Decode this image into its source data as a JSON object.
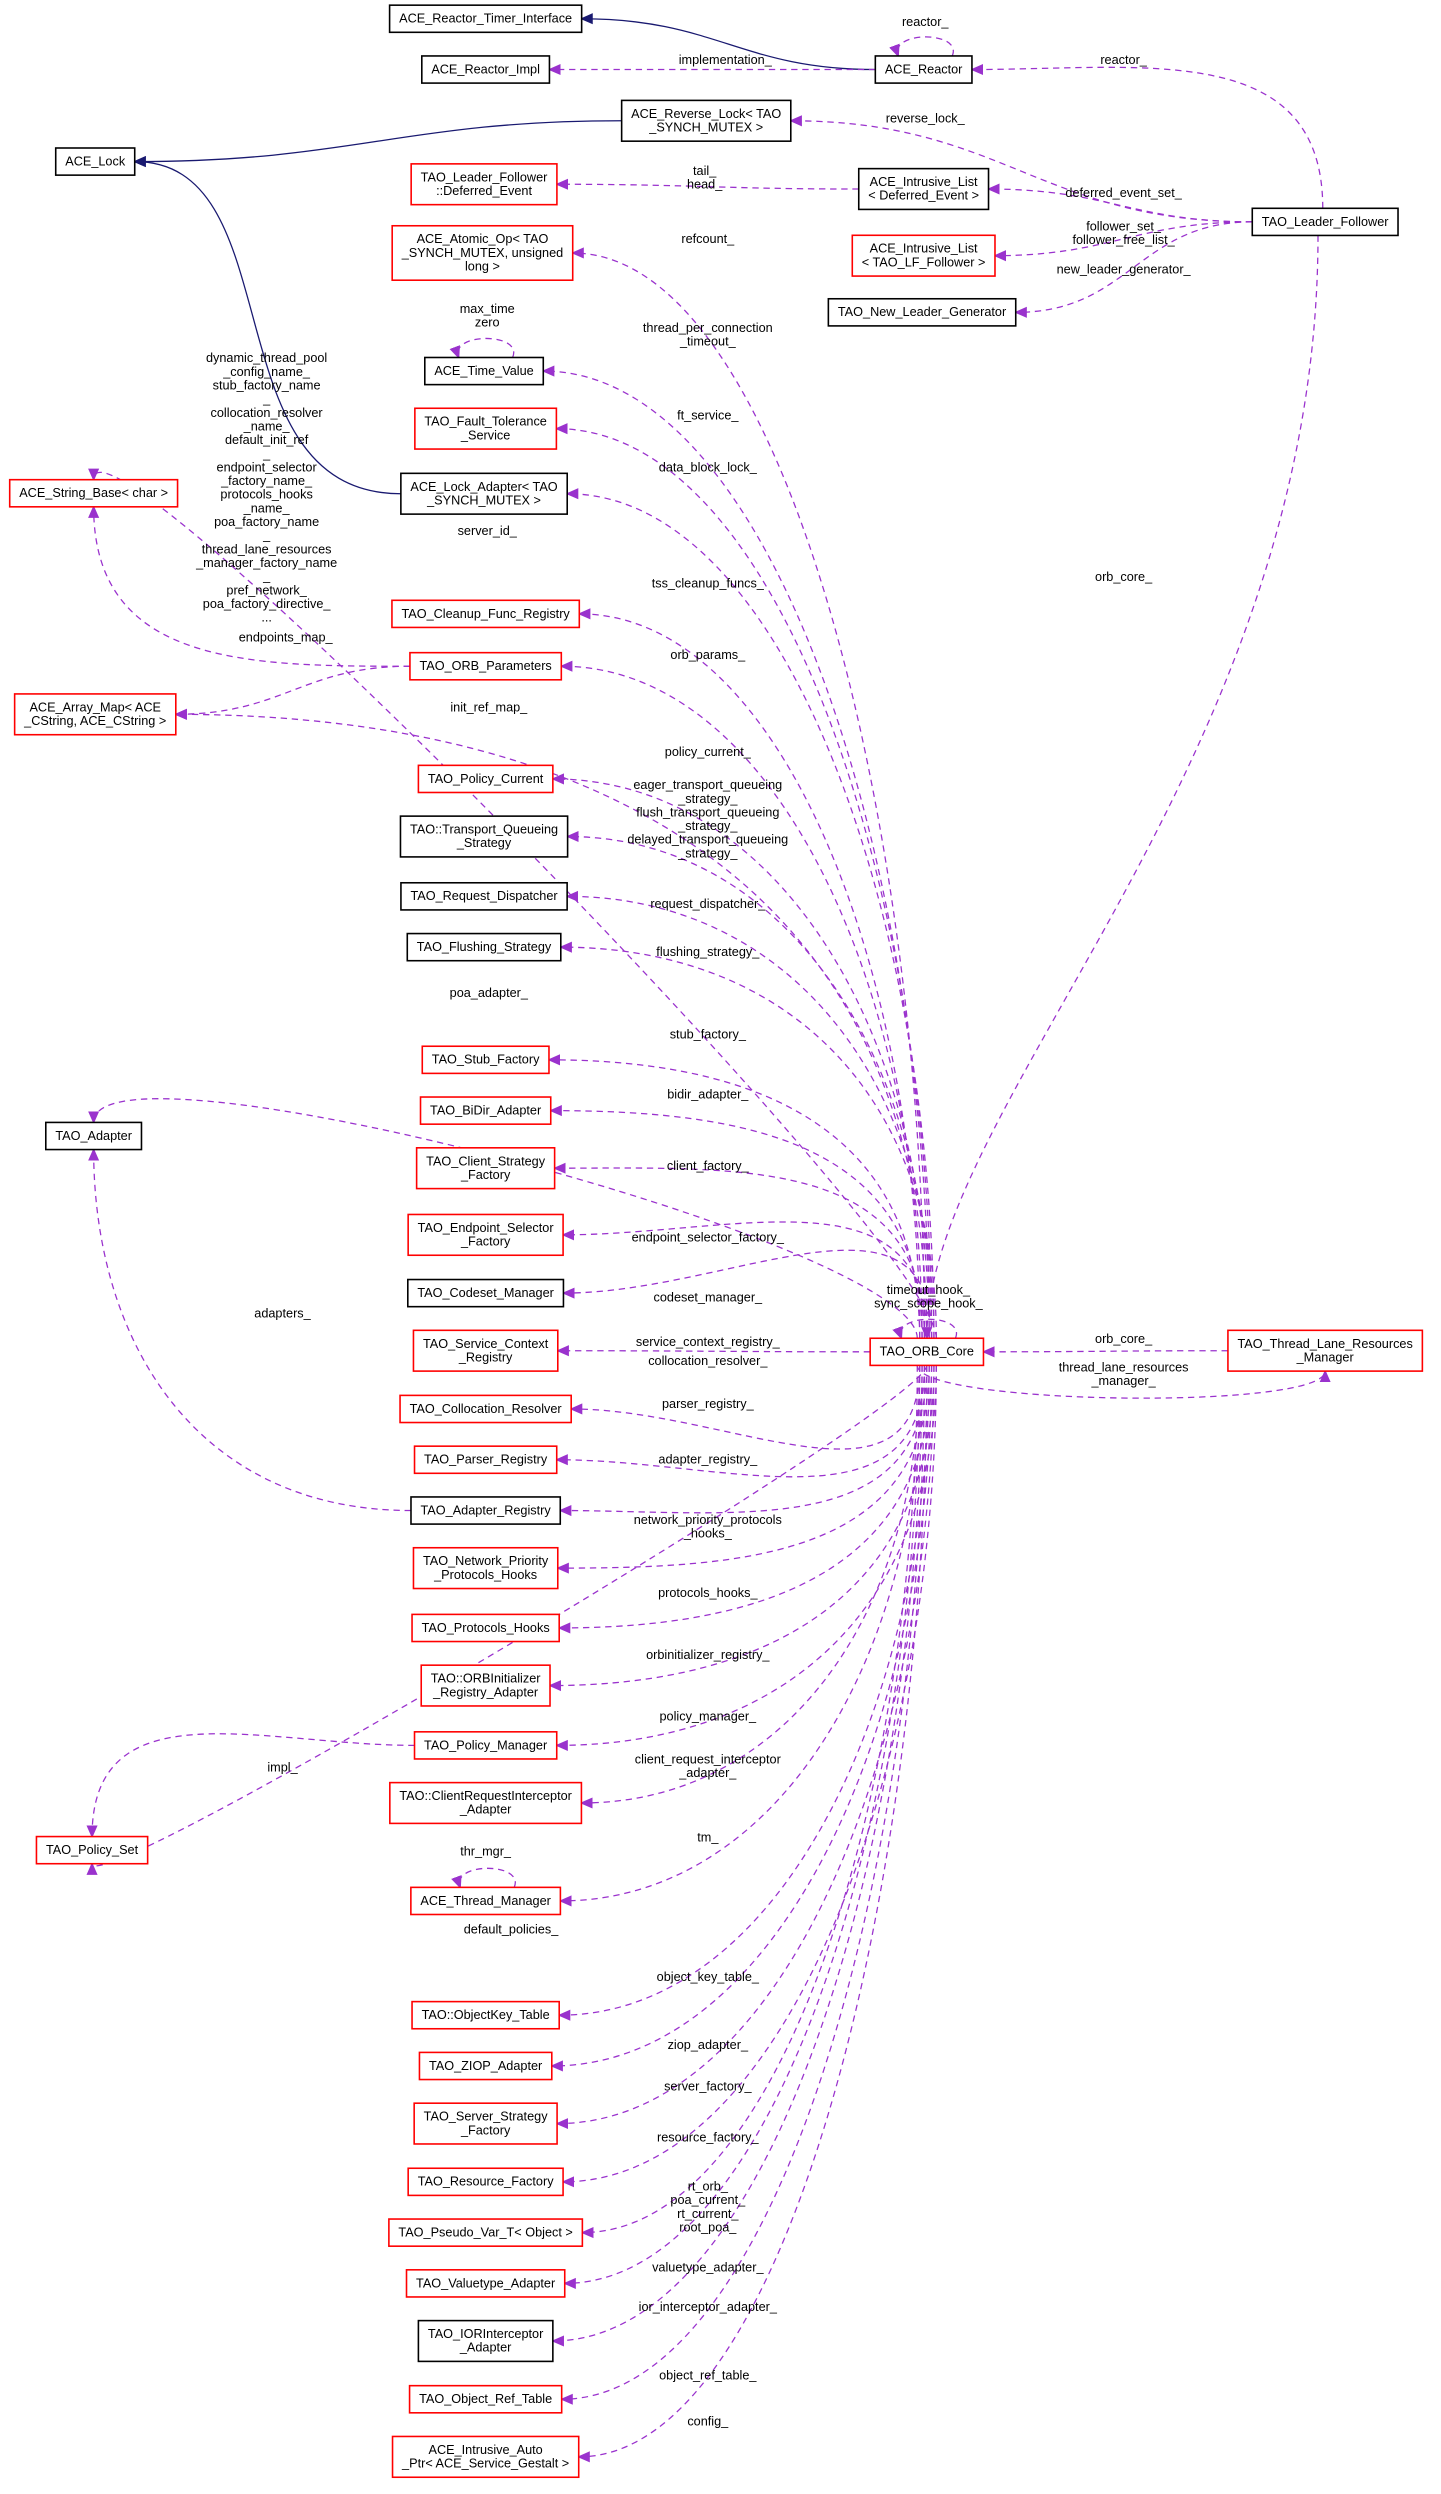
{
  "colors": {
    "member_edge": "#9a32cd",
    "inherit_edge": "#191970",
    "undocumented_border": "#ff0000",
    "documented_border": "#000000",
    "root_fill": "#bfbfbf"
  },
  "nodes": [
    {
      "id": "timerIf",
      "lines": [
        "ACE_Reactor_Timer_Interface"
      ],
      "style": "black"
    },
    {
      "id": "reactorImpl",
      "lines": [
        "ACE_Reactor_Impl"
      ],
      "style": "black"
    },
    {
      "id": "reactor",
      "lines": [
        "ACE_Reactor"
      ],
      "style": "black"
    },
    {
      "id": "aceLock",
      "lines": [
        "ACE_Lock"
      ],
      "style": "black"
    },
    {
      "id": "reverseLock",
      "lines": [
        "ACE_Reverse_Lock< TAO",
        "_SYNCH_MUTEX >"
      ],
      "style": "black"
    },
    {
      "id": "deferredEvent",
      "lines": [
        "TAO_Leader_Follower",
        "::Deferred_Event"
      ],
      "style": "red"
    },
    {
      "id": "intrusiveDeferred",
      "lines": [
        "ACE_Intrusive_List",
        "< Deferred_Event >"
      ],
      "style": "black"
    },
    {
      "id": "leaderFollower",
      "lines": [
        "TAO_Leader_Follower"
      ],
      "style": "root"
    },
    {
      "id": "atomicOp",
      "lines": [
        "ACE_Atomic_Op< TAO",
        "_SYNCH_MUTEX, unsigned",
        "long >"
      ],
      "style": "red"
    },
    {
      "id": "intrusiveFollower",
      "lines": [
        "ACE_Intrusive_List",
        "< TAO_LF_Follower >"
      ],
      "style": "red"
    },
    {
      "id": "newLeaderGen",
      "lines": [
        "TAO_New_Leader_Generator"
      ],
      "style": "black"
    },
    {
      "id": "timeValue",
      "lines": [
        "ACE_Time_Value"
      ],
      "style": "black"
    },
    {
      "id": "faultTol",
      "lines": [
        "TAO_Fault_Tolerance",
        "_Service"
      ],
      "style": "red"
    },
    {
      "id": "lockAdapter",
      "lines": [
        "ACE_Lock_Adapter< TAO",
        "_SYNCH_MUTEX >"
      ],
      "style": "black"
    },
    {
      "id": "stringBase",
      "lines": [
        "ACE_String_Base< char >"
      ],
      "style": "red"
    },
    {
      "id": "cleanup",
      "lines": [
        "TAO_Cleanup_Func_Registry"
      ],
      "style": "red"
    },
    {
      "id": "orbParams",
      "lines": [
        "TAO_ORB_Parameters"
      ],
      "style": "red"
    },
    {
      "id": "arrayMap",
      "lines": [
        "ACE_Array_Map< ACE",
        "_CString, ACE_CString >"
      ],
      "style": "red"
    },
    {
      "id": "policyCurrent",
      "lines": [
        "TAO_Policy_Current"
      ],
      "style": "red"
    },
    {
      "id": "transportQ",
      "lines": [
        "TAO::Transport_Queueing",
        "_Strategy"
      ],
      "style": "black"
    },
    {
      "id": "requestDisp",
      "lines": [
        "TAO_Request_Dispatcher"
      ],
      "style": "black"
    },
    {
      "id": "flushing",
      "lines": [
        "TAO_Flushing_Strategy"
      ],
      "style": "black"
    },
    {
      "id": "stubFactory",
      "lines": [
        "TAO_Stub_Factory"
      ],
      "style": "red"
    },
    {
      "id": "taoAdapter",
      "lines": [
        "TAO_Adapter"
      ],
      "style": "black"
    },
    {
      "id": "bidir",
      "lines": [
        "TAO_BiDir_Adapter"
      ],
      "style": "red"
    },
    {
      "id": "clientStrat",
      "lines": [
        "TAO_Client_Strategy",
        "_Factory"
      ],
      "style": "red"
    },
    {
      "id": "endpointSel",
      "lines": [
        "TAO_Endpoint_Selector",
        "_Factory"
      ],
      "style": "red"
    },
    {
      "id": "codeset",
      "lines": [
        "TAO_Codeset_Manager"
      ],
      "style": "black"
    },
    {
      "id": "serviceCtx",
      "lines": [
        "TAO_Service_Context",
        "_Registry"
      ],
      "style": "red"
    },
    {
      "id": "orbCore",
      "lines": [
        "TAO_ORB_Core"
      ],
      "style": "red"
    },
    {
      "id": "tlrm",
      "lines": [
        "TAO_Thread_Lane_Resources",
        "_Manager"
      ],
      "style": "red"
    },
    {
      "id": "collocation",
      "lines": [
        "TAO_Collocation_Resolver"
      ],
      "style": "red"
    },
    {
      "id": "parser",
      "lines": [
        "TAO_Parser_Registry"
      ],
      "style": "red"
    },
    {
      "id": "adapterReg",
      "lines": [
        "TAO_Adapter_Registry"
      ],
      "style": "black"
    },
    {
      "id": "networkPrio",
      "lines": [
        "TAO_Network_Priority",
        "_Protocols_Hooks"
      ],
      "style": "red"
    },
    {
      "id": "protocolsHooks",
      "lines": [
        "TAO_Protocols_Hooks"
      ],
      "style": "red"
    },
    {
      "id": "orbInit",
      "lines": [
        "TAO::ORBInitializer",
        "_Registry_Adapter"
      ],
      "style": "red"
    },
    {
      "id": "policyMgr",
      "lines": [
        "TAO_Policy_Manager"
      ],
      "style": "red"
    },
    {
      "id": "clientReqInt",
      "lines": [
        "TAO::ClientRequestInterceptor",
        "_Adapter"
      ],
      "style": "red"
    },
    {
      "id": "policySet",
      "lines": [
        "TAO_Policy_Set"
      ],
      "style": "red"
    },
    {
      "id": "threadMgr",
      "lines": [
        "ACE_Thread_Manager"
      ],
      "style": "red"
    },
    {
      "id": "objectKey",
      "lines": [
        "TAO::ObjectKey_Table"
      ],
      "style": "red"
    },
    {
      "id": "ziop",
      "lines": [
        "TAO_ZIOP_Adapter"
      ],
      "style": "red"
    },
    {
      "id": "serverStrat",
      "lines": [
        "TAO_Server_Strategy",
        "_Factory"
      ],
      "style": "red"
    },
    {
      "id": "resourceFactory",
      "lines": [
        "TAO_Resource_Factory"
      ],
      "style": "red"
    },
    {
      "id": "pseudoVar",
      "lines": [
        "TAO_Pseudo_Var_T< Object >"
      ],
      "style": "red"
    },
    {
      "id": "valuetype",
      "lines": [
        "TAO_Valuetype_Adapter"
      ],
      "style": "red"
    },
    {
      "id": "iorInt",
      "lines": [
        "TAO_IORInterceptor",
        "_Adapter"
      ],
      "style": "black"
    },
    {
      "id": "objectRefTable",
      "lines": [
        "TAO_Object_Ref_Table"
      ],
      "style": "red"
    },
    {
      "id": "intrusiveAuto",
      "lines": [
        "ACE_Intrusive_Auto",
        "_Ptr< ACE_Service_Gestalt >"
      ],
      "style": "red"
    }
  ],
  "edges": [
    {
      "from": "reactor",
      "to": "timerIf",
      "kind": "inherit",
      "label": []
    },
    {
      "from": "reactor",
      "to": "reactorImpl",
      "kind": "member",
      "label": [
        "implementation_"
      ]
    },
    {
      "from": "reactor",
      "to": "reactor",
      "kind": "member",
      "label": [
        "reactor_"
      ]
    },
    {
      "from": "leaderFollower",
      "to": "reactor",
      "kind": "member",
      "label": [
        "reactor_"
      ]
    },
    {
      "from": "reverseLock",
      "to": "aceLock",
      "kind": "inherit",
      "label": []
    },
    {
      "from": "leaderFollower",
      "to": "reverseLock",
      "kind": "member",
      "label": [
        "reverse_lock_"
      ]
    },
    {
      "from": "intrusiveDeferred",
      "to": "deferredEvent",
      "kind": "member",
      "label": [
        "tail_",
        "head_"
      ]
    },
    {
      "from": "leaderFollower",
      "to": "intrusiveDeferred",
      "kind": "member",
      "label": [
        "deferred_event_set_"
      ]
    },
    {
      "from": "leaderFollower",
      "to": "intrusiveFollower",
      "kind": "member",
      "label": [
        "follower_set_",
        "follower_free_list_"
      ]
    },
    {
      "from": "leaderFollower",
      "to": "newLeaderGen",
      "kind": "member",
      "label": [
        "new_leader_generator_"
      ]
    },
    {
      "from": "leaderFollower",
      "to": "orbCore",
      "kind": "member",
      "label": [
        "orb_core_"
      ]
    },
    {
      "from": "lockAdapter",
      "to": "aceLock",
      "kind": "inherit",
      "label": []
    },
    {
      "from": "orbCore",
      "to": "atomicOp",
      "kind": "member",
      "label": [
        "refcount_"
      ]
    },
    {
      "from": "timeValue",
      "to": "timeValue",
      "kind": "member",
      "label": [
        "max_time",
        "zero"
      ]
    },
    {
      "from": "orbCore",
      "to": "timeValue",
      "kind": "member",
      "label": [
        "thread_per_connection",
        "_timeout_"
      ]
    },
    {
      "from": "orbCore",
      "to": "faultTol",
      "kind": "member",
      "label": [
        "ft_service_"
      ]
    },
    {
      "from": "orbCore",
      "to": "lockAdapter",
      "kind": "member",
      "label": [
        "data_block_lock_"
      ]
    },
    {
      "from": "orbCore",
      "to": "stringBase",
      "kind": "member",
      "label": [
        "server_id_"
      ]
    },
    {
      "from": "orbParams",
      "to": "stringBase",
      "kind": "member",
      "label": [
        "dynamic_thread_pool",
        "_config_name_",
        "stub_factory_name",
        "_",
        "collocation_resolver",
        "_name_",
        "default_init_ref",
        "_",
        "endpoint_selector",
        "_factory_name_",
        "protocols_hooks",
        "_name_",
        "poa_factory_name",
        "_",
        "thread_lane_resources",
        "_manager_factory_name",
        "_",
        "pref_network_",
        "poa_factory_directive_",
        "..."
      ]
    },
    {
      "from": "orbCore",
      "to": "cleanup",
      "kind": "member",
      "label": [
        "tss_cleanup_funcs_"
      ]
    },
    {
      "from": "orbCore",
      "to": "orbParams",
      "kind": "member",
      "label": [
        "orb_params_"
      ]
    },
    {
      "from": "orbParams",
      "to": "arrayMap",
      "kind": "member",
      "label": [
        "endpoints_map_"
      ]
    },
    {
      "from": "orbCore",
      "to": "arrayMap",
      "kind": "member",
      "label": [
        "init_ref_map_"
      ]
    },
    {
      "from": "orbCore",
      "to": "policyCurrent",
      "kind": "member",
      "label": [
        "policy_current_"
      ]
    },
    {
      "from": "orbCore",
      "to": "transportQ",
      "kind": "member",
      "label": [
        "eager_transport_queueing",
        "_strategy_",
        "flush_transport_queueing",
        "_strategy_",
        "delayed_transport_queueing",
        "_strategy_"
      ]
    },
    {
      "from": "orbCore",
      "to": "requestDisp",
      "kind": "member",
      "label": [
        "request_dispatcher_"
      ]
    },
    {
      "from": "orbCore",
      "to": "flushing",
      "kind": "member",
      "label": [
        "flushing_strategy_"
      ]
    },
    {
      "from": "orbCore",
      "to": "taoAdapter",
      "kind": "member",
      "label": [
        "poa_adapter_"
      ]
    },
    {
      "from": "orbCore",
      "to": "stubFactory",
      "kind": "member",
      "label": [
        "stub_factory_"
      ]
    },
    {
      "from": "orbCore",
      "to": "bidir",
      "kind": "member",
      "label": [
        "bidir_adapter_"
      ]
    },
    {
      "from": "orbCore",
      "to": "clientStrat",
      "kind": "member",
      "label": [
        "client_factory_"
      ]
    },
    {
      "from": "orbCore",
      "to": "endpointSel",
      "kind": "member",
      "label": [
        "endpoint_selector_factory_"
      ]
    },
    {
      "from": "orbCore",
      "to": "orbCore",
      "kind": "member",
      "label": [
        "timeout_hook_",
        "sync_scope_hook_"
      ]
    },
    {
      "from": "orbCore",
      "to": "codeset",
      "kind": "member",
      "label": [
        "codeset_manager_"
      ]
    },
    {
      "from": "orbCore",
      "to": "serviceCtx",
      "kind": "member",
      "label": [
        "service_context_registry_"
      ]
    },
    {
      "from": "tlrm",
      "to": "orbCore",
      "kind": "member",
      "label": [
        "orb_core_"
      ]
    },
    {
      "from": "orbCore",
      "to": "tlrm",
      "kind": "member",
      "label": [
        "thread_lane_resources",
        "_manager_"
      ]
    },
    {
      "from": "orbCore",
      "to": "collocation",
      "kind": "member",
      "label": [
        "collocation_resolver_"
      ]
    },
    {
      "from": "adapterReg",
      "to": "taoAdapter",
      "kind": "member",
      "label": [
        "adapters_"
      ]
    },
    {
      "from": "orbCore",
      "to": "parser",
      "kind": "member",
      "label": [
        "parser_registry_"
      ]
    },
    {
      "from": "orbCore",
      "to": "adapterReg",
      "kind": "member",
      "label": [
        "adapter_registry_"
      ]
    },
    {
      "from": "orbCore",
      "to": "networkPrio",
      "kind": "member",
      "label": [
        "network_priority_protocols",
        "_hooks_"
      ]
    },
    {
      "from": "orbCore",
      "to": "protocolsHooks",
      "kind": "member",
      "label": [
        "protocols_hooks_"
      ]
    },
    {
      "from": "orbCore",
      "to": "orbInit",
      "kind": "member",
      "label": [
        "orbinitializer_registry_"
      ]
    },
    {
      "from": "orbCore",
      "to": "policyMgr",
      "kind": "member",
      "label": [
        "policy_manager_"
      ]
    },
    {
      "from": "policyMgr",
      "to": "policySet",
      "kind": "member",
      "label": [
        "impl_"
      ]
    },
    {
      "from": "orbCore",
      "to": "clientReqInt",
      "kind": "member",
      "label": [
        "client_request_interceptor",
        "_adapter_"
      ]
    },
    {
      "from": "orbCore",
      "to": "threadMgr",
      "kind": "member",
      "label": [
        "tm_"
      ]
    },
    {
      "from": "threadMgr",
      "to": "threadMgr",
      "kind": "member",
      "label": [
        "thr_mgr_"
      ]
    },
    {
      "from": "orbCore",
      "to": "policySet",
      "kind": "member",
      "label": [
        "default_policies_"
      ]
    },
    {
      "from": "orbCore",
      "to": "objectKey",
      "kind": "member",
      "label": [
        "object_key_table_"
      ]
    },
    {
      "from": "orbCore",
      "to": "ziop",
      "kind": "member",
      "label": [
        "ziop_adapter_"
      ]
    },
    {
      "from": "orbCore",
      "to": "serverStrat",
      "kind": "member",
      "label": [
        "server_factory_"
      ]
    },
    {
      "from": "orbCore",
      "to": "resourceFactory",
      "kind": "member",
      "label": [
        "resource_factory_"
      ]
    },
    {
      "from": "orbCore",
      "to": "pseudoVar",
      "kind": "member",
      "label": [
        "rt_orb_",
        "poa_current_",
        "rt_current_",
        "root_poa_"
      ]
    },
    {
      "from": "orbCore",
      "to": "valuetype",
      "kind": "member",
      "label": [
        "valuetype_adapter_"
      ]
    },
    {
      "from": "orbCore",
      "to": "iorInt",
      "kind": "member",
      "label": [
        "ior_interceptor_adapter_"
      ]
    },
    {
      "from": "orbCore",
      "to": "objectRefTable",
      "kind": "member",
      "label": [
        "object_ref_table_"
      ]
    },
    {
      "from": "orbCore",
      "to": "intrusiveAuto",
      "kind": "member",
      "label": [
        "config_"
      ]
    }
  ]
}
